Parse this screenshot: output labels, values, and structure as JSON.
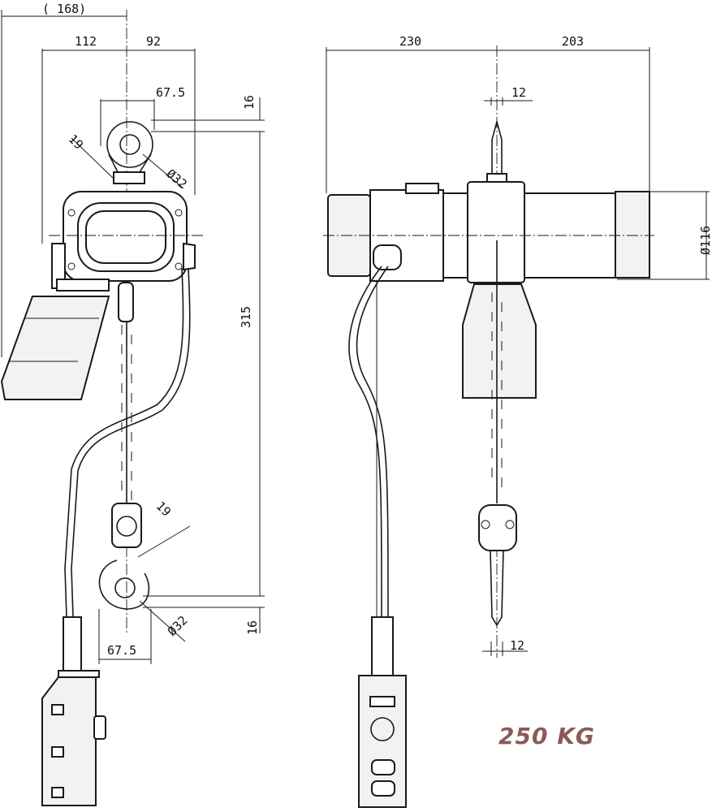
{
  "capacity_label": "250 KG",
  "colors": {
    "line": "#1a1a1a",
    "capacity_text": "#8b5a5a",
    "background": "#ffffff"
  },
  "dimensions": {
    "left_overall": "( 168)",
    "left_112": "112",
    "left_92": "92",
    "top_hook_offset": "67.5",
    "top_hook_19": "19",
    "top_hook_dia": "Ø32",
    "top_16": "16",
    "height_315": "315",
    "bottom_hook_19": "19",
    "bottom_hook_dia": "Ø32",
    "bottom_16": "16",
    "bottom_hook_offset": "67.5",
    "right_230": "230",
    "right_203": "203",
    "top_12": "12",
    "body_dia": "Ø116",
    "bottom_12": "12"
  }
}
